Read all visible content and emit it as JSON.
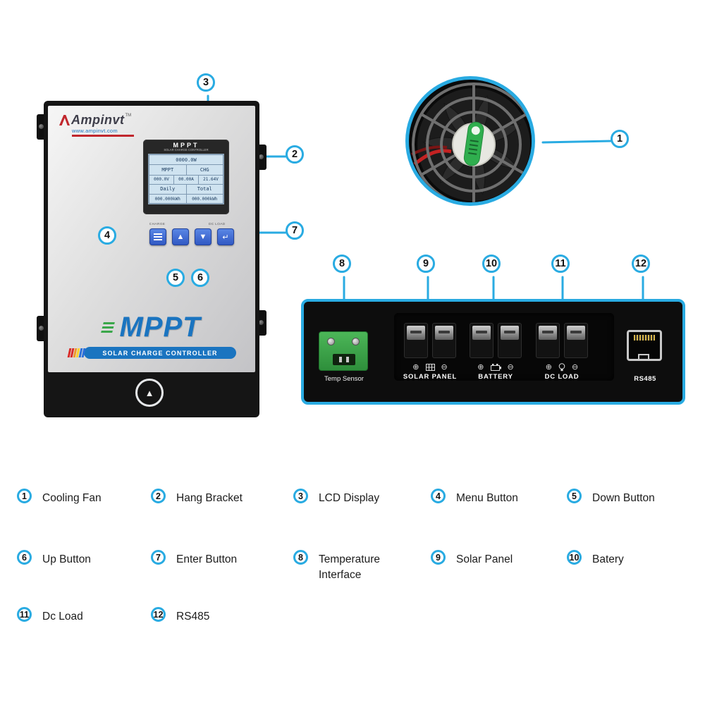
{
  "colors": {
    "accent": "#29abe2",
    "mppt_blue": "#1a74c0",
    "logo_red": "#c1272d",
    "button_blue": "#2f57c2",
    "terminal_green": "#3aa74a"
  },
  "device_front": {
    "brand": "Ampinvt",
    "trademark": "TM",
    "website": "www.ampinvt.com",
    "display_module": {
      "title": "MPPT",
      "subtitle": "SOLAR CHARGE CONTROLLER",
      "lcd": {
        "power": "0000.0W",
        "mode_left": "MPPT",
        "mode_right": "CHG",
        "pv_voltage": "000.0V",
        "pv_current": "00.00A",
        "battery_voltage": "21.64V",
        "daily_label": "Daily",
        "total_label": "Total",
        "daily_energy": "000.000kWh",
        "total_energy": "000.000kWh"
      }
    },
    "charge_label": "CHARGE",
    "dc_load_label": "DC LOAD",
    "buttons": [
      {
        "name": "menu",
        "icon": "☰"
      },
      {
        "name": "up",
        "icon": "▲"
      },
      {
        "name": "down",
        "icon": "▼"
      },
      {
        "name": "enter",
        "icon": "↵"
      }
    ],
    "brand_mppt": "MPPT",
    "brand_strip": "SOLAR CHARGE CONTROLLER",
    "vent_icon": "▲"
  },
  "rear_panel": {
    "temp_sensor_label": "Temp Sensor",
    "terminal_groups": [
      {
        "plus": "⊕",
        "minus": "⊖",
        "label": "SOLAR PANEL"
      },
      {
        "plus": "⊕",
        "minus": "⊖",
        "label": "BATTERY"
      },
      {
        "plus": "⊕",
        "minus": "⊖",
        "label": "DC LOAD"
      }
    ],
    "rs485_label": "RS485"
  },
  "legend": [
    {
      "num": "1",
      "label": "Cooling Fan"
    },
    {
      "num": "2",
      "label": "Hang Bracket"
    },
    {
      "num": "3",
      "label": "LCD Display"
    },
    {
      "num": "4",
      "label": "Menu Button"
    },
    {
      "num": "5",
      "label": "Down Button"
    },
    {
      "num": "6",
      "label": "Up Button"
    },
    {
      "num": "7",
      "label": "Enter Button"
    },
    {
      "num": "8",
      "label": "Temperature Interface"
    },
    {
      "num": "9",
      "label": "Solar Panel"
    },
    {
      "num": "10",
      "label": "Batery"
    },
    {
      "num": "11",
      "label": "Dc Load"
    },
    {
      "num": "12",
      "label": "RS485"
    }
  ]
}
